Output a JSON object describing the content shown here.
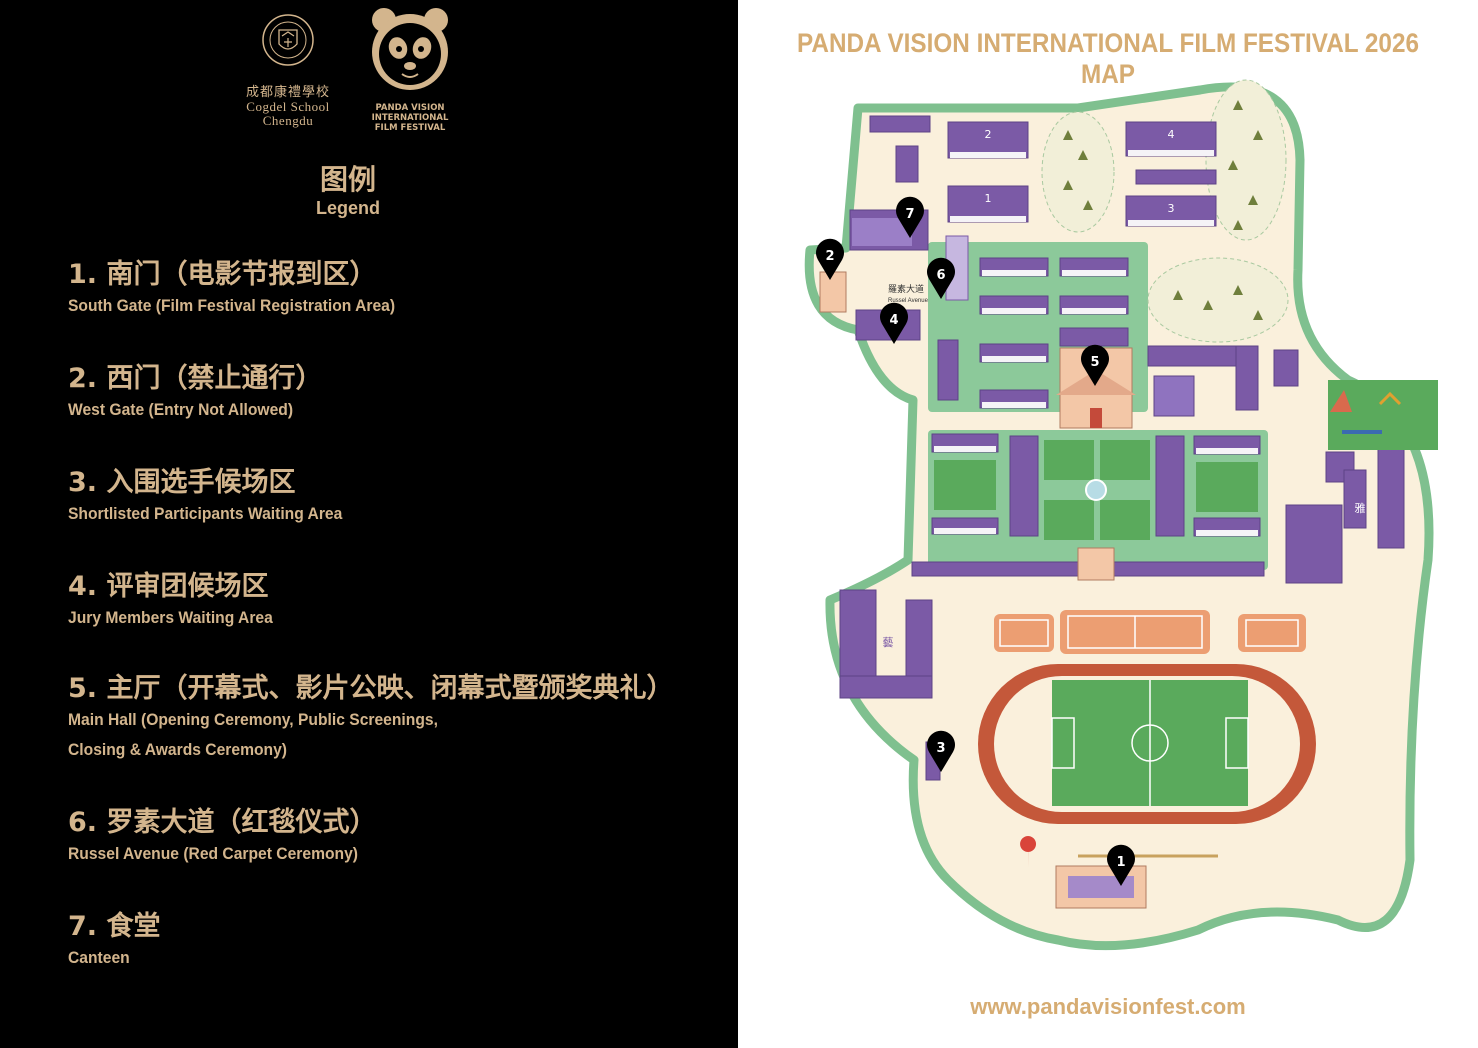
{
  "logos": {
    "school_name_cn": "成都康禮學校",
    "school_name_en_line1": "Cogdel School",
    "school_name_en_line2": "Chengdu",
    "festival_logo_line1": "PANDA VISION",
    "festival_logo_line2": "INTERNATIONAL",
    "festival_logo_line3": "FILM FESTIVAL"
  },
  "legend": {
    "title_cn": "图例",
    "title_en": "Legend",
    "items": [
      {
        "cn": "1. 南门（电影节报到区）",
        "en": "South Gate (Film Festival Registration Area)"
      },
      {
        "cn": "2. 西门（禁止通行）",
        "en": "West Gate (Entry Not Allowed)"
      },
      {
        "cn": "3. 入围选手候场区",
        "en": "Shortlisted Participants Waiting Area"
      },
      {
        "cn": "4. 评审团候场区",
        "en": "Jury Members Waiting Area"
      },
      {
        "cn": "5. 主厅（开幕式、影片公映、闭幕式暨颁奖典礼）",
        "en": "Main Hall (Opening Ceremony, Public Screenings,",
        "en2": "Closing & Awards Ceremony)"
      },
      {
        "cn": "6. 罗素大道（红毯仪式）",
        "en": "Russel Avenue (Red Carpet Ceremony)"
      },
      {
        "cn": "7. 食堂",
        "en": "Canteen"
      }
    ]
  },
  "map": {
    "title": "PANDA VISION INTERNATIONAL FILM FESTIVAL 2026 MAP",
    "url": "www.pandavisionfest.com",
    "avenue_label_cn": "羅素大道",
    "avenue_label_en": "Russel Avenue",
    "building_labels": [
      "2",
      "1",
      "4",
      "3",
      "雅",
      "藝"
    ],
    "markers": [
      "1",
      "2",
      "3",
      "4",
      "5",
      "6",
      "7"
    ]
  },
  "colors": {
    "background_left": "#000000",
    "gold_text": "#d3b58d",
    "title_gold": "#d6ac72",
    "campus_ground": "#faf0dc",
    "campus_border": "#7fc08f",
    "building_purple": "#7b5aa6",
    "lawn_green": "#5aaa5c",
    "track_red": "#c4583a",
    "marker_black": "#000000"
  }
}
